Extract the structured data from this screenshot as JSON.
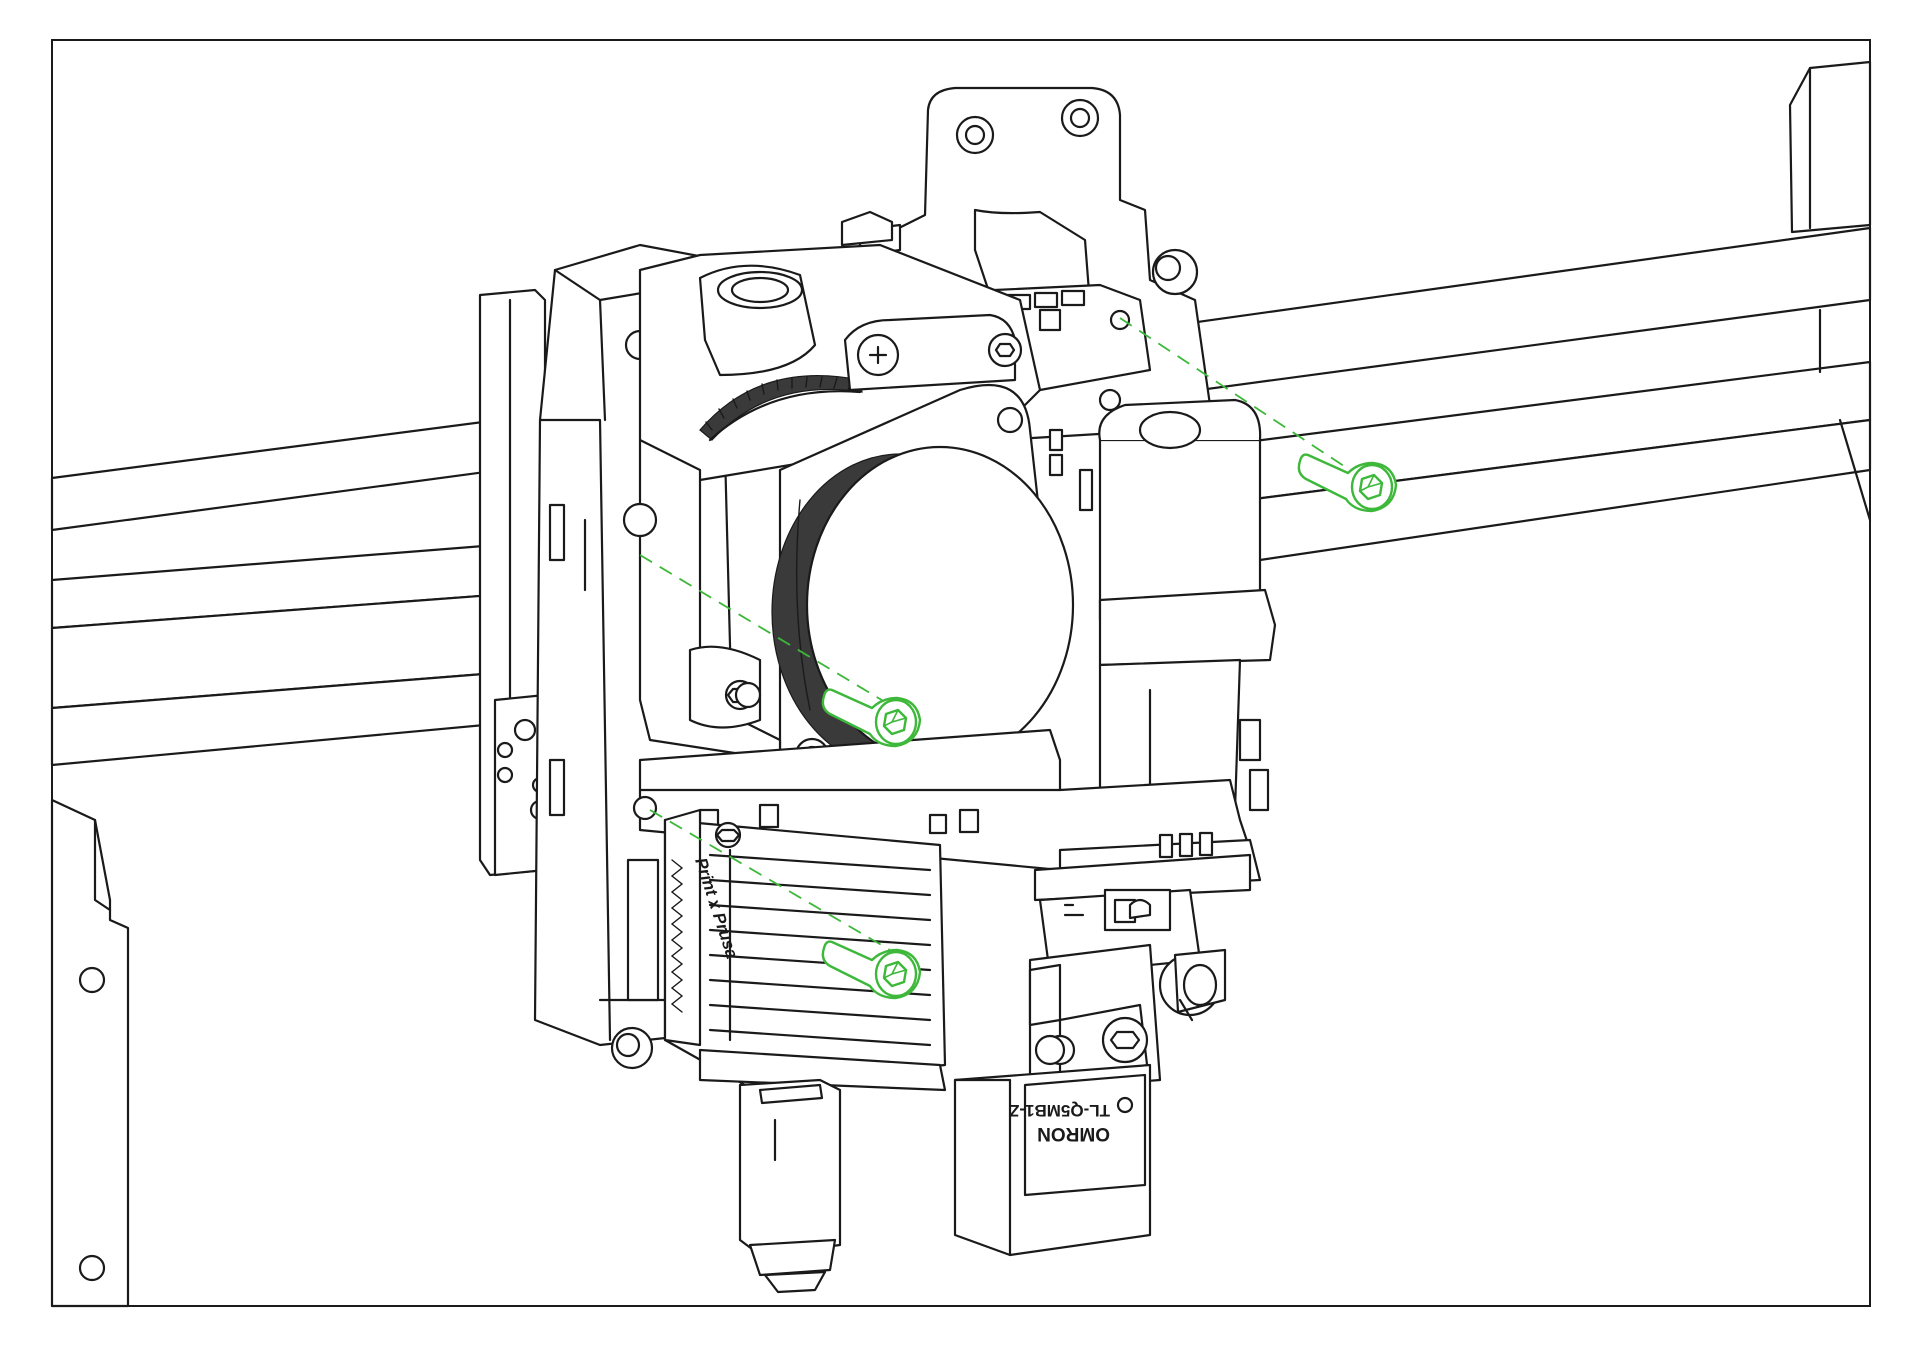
{
  "colors": {
    "line": "#1a1a1a",
    "background": "#ffffff",
    "screw_accent": "#3db83a"
  },
  "sensor_label": {
    "brand": "OMRON",
    "model": "TL-Q5MB1-Z"
  },
  "heatsink_label": {
    "text": "Print x Prusa"
  },
  "screws": [
    {
      "id": "screw-right-rail",
      "name": "mounting-screw-icon"
    },
    {
      "id": "screw-center-motor",
      "name": "mounting-screw-icon"
    },
    {
      "id": "screw-heatsink",
      "name": "mounting-screw-icon"
    }
  ]
}
